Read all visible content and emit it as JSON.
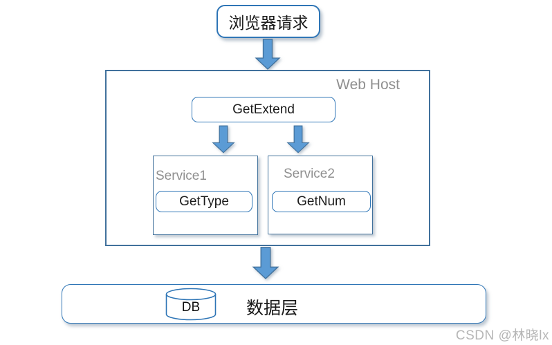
{
  "nodes": {
    "browser_request": "浏览器请求",
    "web_host": "Web Host",
    "get_extend": "GetExtend",
    "service1": "Service1",
    "get_type": "GetType",
    "service2": "Service2",
    "get_num": "GetNum",
    "db": "DB",
    "data_layer": "数据层"
  },
  "edges": [
    {
      "from": "browser_request",
      "to": "web_host"
    },
    {
      "from": "get_extend",
      "to": "service1"
    },
    {
      "from": "get_extend",
      "to": "service2"
    },
    {
      "from": "web_host",
      "to": "data_layer"
    }
  ],
  "watermark": "CSDN @林晓lx",
  "colors": {
    "arrow_fill": "#5b9bd5",
    "arrow_stroke": "#41719c",
    "accent_border": "#2e75b6",
    "container_border": "#41719c",
    "muted_label": "#8f8f8f",
    "watermark": "#b6b6b6"
  }
}
